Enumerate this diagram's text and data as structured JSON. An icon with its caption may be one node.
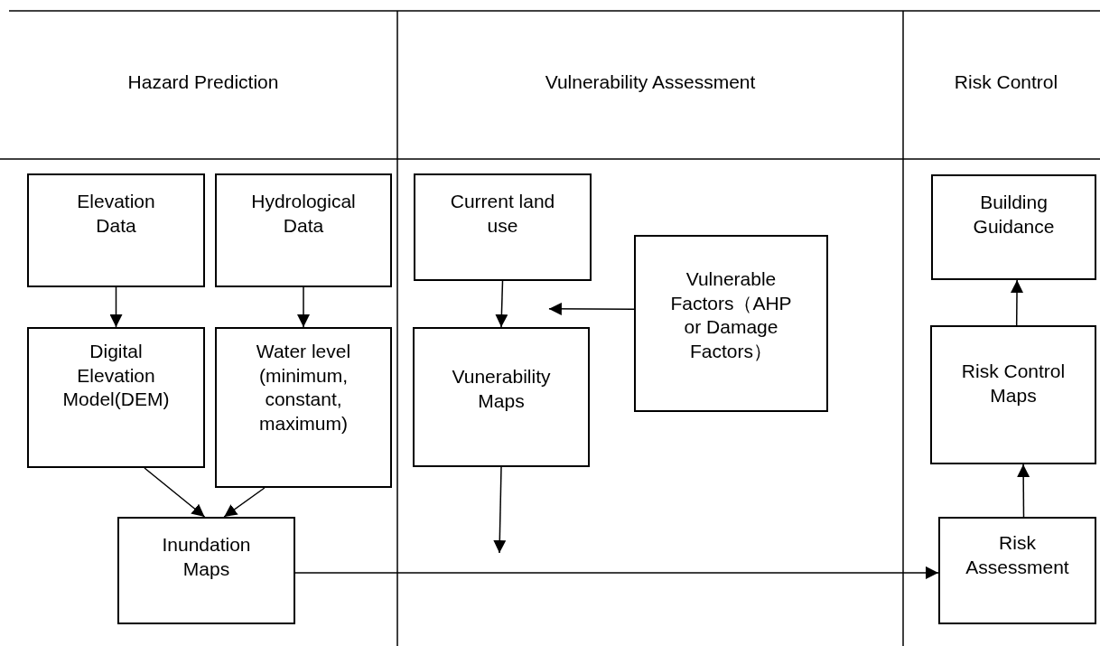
{
  "diagram": {
    "nodes": [
      {
        "text": [
          "Elevation Data"
        ]
      },
      {
        "text": [
          "Hydrological Data"
        ]
      },
      {
        "text": [
          "Digital Elevation Model(DEM)"
        ]
      },
      {
        "text": [
          "Water level (minimum, constant, maximum)"
        ]
      },
      {
        "text": [
          "Inundation Maps"
        ]
      },
      {
        "text": [
          "Current land use"
        ]
      },
      {
        "text": [
          "Vulnerable Factors（AHP or Damage Factors）"
        ]
      },
      {
        "text": [
          "Vunerability Maps"
        ]
      },
      {
        "text": [
          "Building Guidance"
        ]
      },
      {
        "text": [
          "Risk Control Maps"
        ]
      },
      {
        "text": [
          "Risk Assessment"
        ]
      }
    ],
    "edges": [
      {
        "from": 0,
        "to": 2,
        "arrow": "to"
      },
      {
        "from": 1,
        "to": 3,
        "arrow": "to"
      },
      {
        "from": 2,
        "to": 4,
        "arrow": "to"
      },
      {
        "from": 3,
        "to": 4,
        "arrow": "to"
      },
      {
        "from": 5,
        "to": 7,
        "arrow": "to"
      },
      {
        "from": 6,
        "to": 7,
        "arrow": "to"
      },
      {
        "from": 7,
        "to": null,
        "arrow": "to"
      },
      {
        "from": 4,
        "to": 10,
        "arrow": "to"
      },
      {
        "from": 10,
        "to": 9,
        "arrow": "to"
      },
      {
        "from": 9,
        "to": 8,
        "arrow": "to"
      }
    ],
    "labels": [
      "Hazard Prediction",
      "Vulnerability Assessment",
      "Risk Control"
    ]
  }
}
